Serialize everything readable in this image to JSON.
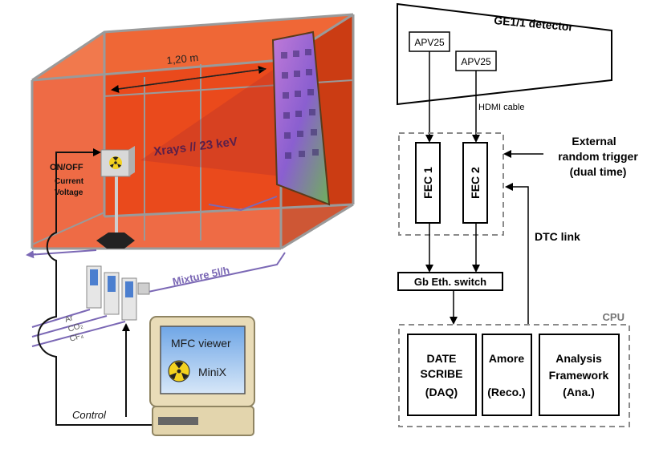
{
  "setup": {
    "length_label": "1,20 m",
    "xray_label": "Xrays // 23 keV",
    "onoff_label": "ON/OFF",
    "current_label": "Current",
    "voltage_label": "Voltage",
    "mixture_label": "Mixture 5l/h",
    "gas_ar": "Ar",
    "gas_co2": "CO₂",
    "gas_cf4": "CF₄",
    "monitor_title": "MFC viewer",
    "monitor_subtitle": "MiniX",
    "control_label": "Control"
  },
  "daq": {
    "detector_label": "GE1/1 detector",
    "apv1_label": "APV25",
    "apv2_label": "APV25",
    "hdmi_label": "HDMI cable",
    "fec1_label": "FEC 1",
    "fec2_label": "FEC 2",
    "trigger_line1": "External",
    "trigger_line2": "random trigger",
    "trigger_line3": "(dual time)",
    "dtc_label": "DTC link",
    "switch_label": "Gb Eth. switch",
    "cpu_label": "CPU",
    "date_line1": "DATE",
    "date_line2": "SCRIBE",
    "date_line3": "(DAQ)",
    "amore_line1": "Amore",
    "amore_line2": "(Reco.)",
    "ana_line1": "Analysis",
    "ana_line2": "Framework",
    "ana_line3": "(Ana.)"
  },
  "colors": {
    "enclosure_orange": "#ea4a1c",
    "enclosure_dark": "#c63a12",
    "frame_grey": "#9a9a9a",
    "gas_line_purple": "#7b68b5",
    "xray_text": "#5a1f4a",
    "monitor_bezel": "#e9dcb8",
    "monitor_screen": "#8fb8e8",
    "dashed_grey": "#8a8a8a"
  }
}
